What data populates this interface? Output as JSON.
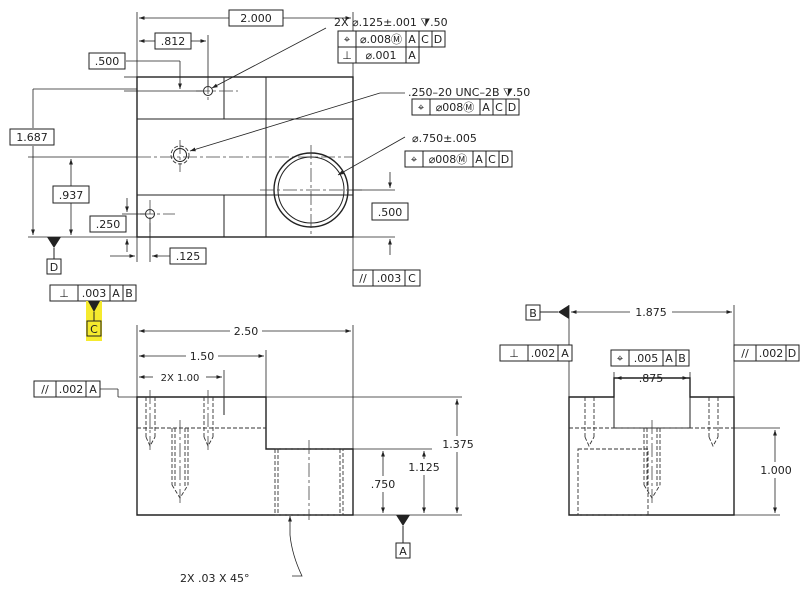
{
  "dims": {
    "width_2000": "2.000",
    "d_812": ".812",
    "d_500_top": ".500",
    "d_1687": "1.687",
    "d_937": ".937",
    "d_250": ".250",
    "d_125": ".125",
    "d_500_right": ".500",
    "d_250_front": "2.50",
    "d_150": "1.50",
    "d_2x100": "2X 1.00",
    "d_1375": "1.375",
    "d_1125": "1.125",
    "d_750": ".750",
    "d_1875": "1.875",
    "d_875": ".875",
    "d_1000": "1.000"
  },
  "notes": {
    "hole_small": "2X  ⌀.125±.001  ⧩.50",
    "hole_thread": ".250–20  UNC–2B  ⧩.50",
    "hole_large": "⌀.750±.005",
    "chamfer": "2X  .03  X  45°"
  },
  "fcf": {
    "small_pos": [
      "⌖",
      "⌀.008Ⓜ",
      "A",
      "C",
      "D"
    ],
    "small_perp": [
      "⊥",
      "⌀.001",
      "A"
    ],
    "thread_pos": [
      "⌖",
      "⌀008Ⓜ",
      "A",
      "C",
      "D"
    ],
    "large_pos": [
      "⌖",
      "⌀008Ⓜ",
      "A",
      "C",
      "D"
    ],
    "top_parallel": [
      "//",
      ".003",
      "C"
    ],
    "top_perp": [
      "⊥",
      ".003",
      "A",
      "B"
    ],
    "front_parallel": [
      "//",
      ".002",
      "A"
    ],
    "side_perp": [
      "⊥",
      ".002",
      "A"
    ],
    "side_pos": [
      "⌖",
      ".005",
      "A",
      "B"
    ],
    "side_parallel": [
      "//",
      ".002",
      "D"
    ]
  },
  "datums": {
    "D": "D",
    "C": "C",
    "A": "A",
    "B": "B"
  },
  "colors": {
    "line": "#222222",
    "highlight": "#f5ea2e"
  }
}
